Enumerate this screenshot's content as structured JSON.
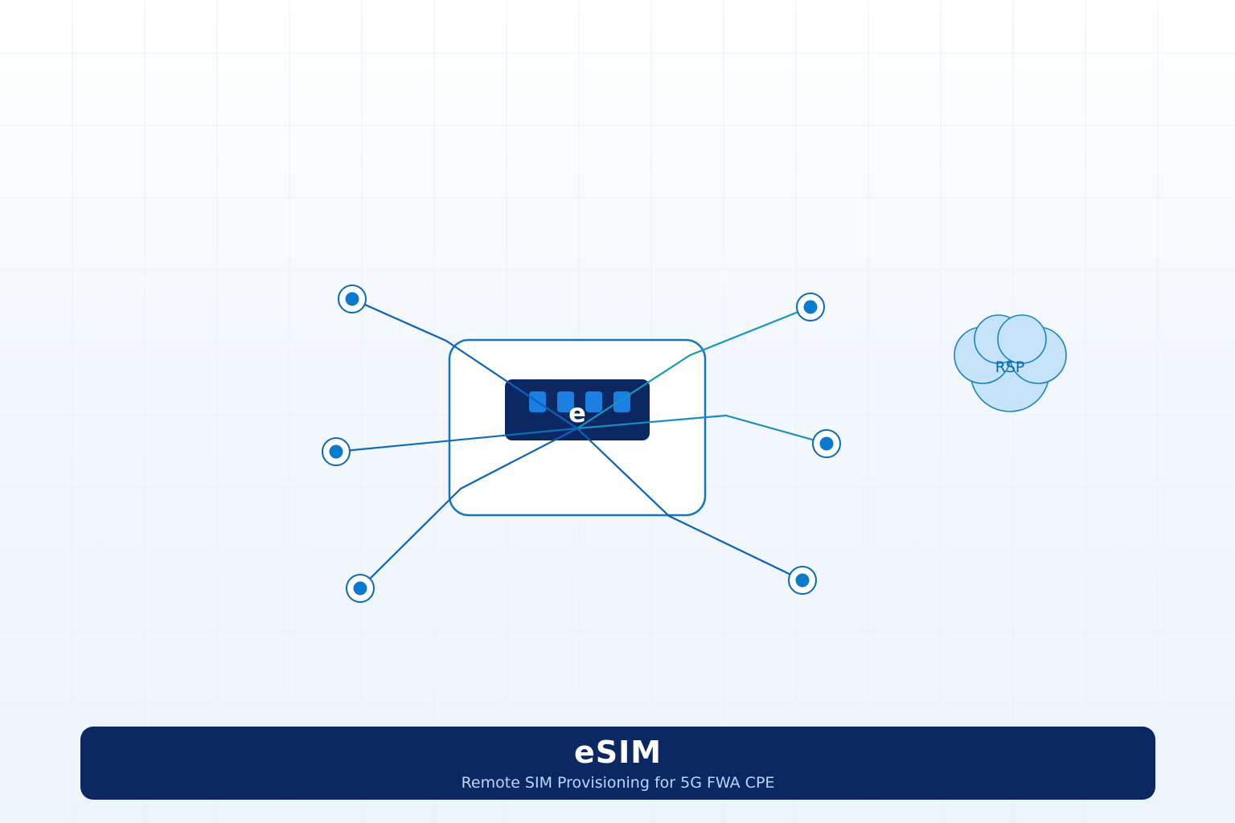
{
  "diagram": {
    "chip_letter": "e",
    "cloud_label": "RSP"
  },
  "banner": {
    "title": "eSIM",
    "subtitle": "Remote SIM Provisioning for 5G FWA CPE"
  },
  "colors": {
    "navy": "#0c2862",
    "link_blue": "#0a63b8",
    "link_teal": "#1497c2",
    "node_fill": "#0a7acc",
    "cloud_fill": "#c7e3f9",
    "cloud_stroke": "#1a86c0",
    "chip_pad": "#1a7fe0"
  }
}
